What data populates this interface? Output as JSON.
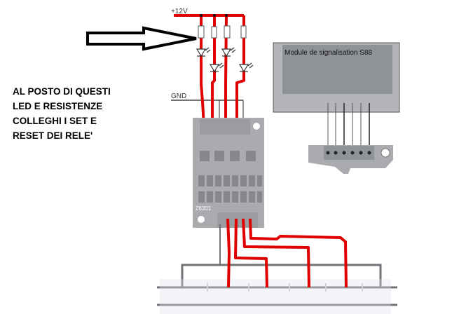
{
  "annotation": {
    "lines": [
      "AL POSTO DI QUESTI",
      "LED E RESISTENZE",
      "COLLEGHI I SET E",
      "RESET DEI RELE'"
    ]
  },
  "schematic": {
    "supply_label": "+12V",
    "ground_label": "GND",
    "board_label": "26301",
    "module_title": "Module de signalisation S88"
  },
  "colors": {
    "wire": "#e00000",
    "board": "#a9abae",
    "module": "#8f9296",
    "track": "#6f7276"
  }
}
